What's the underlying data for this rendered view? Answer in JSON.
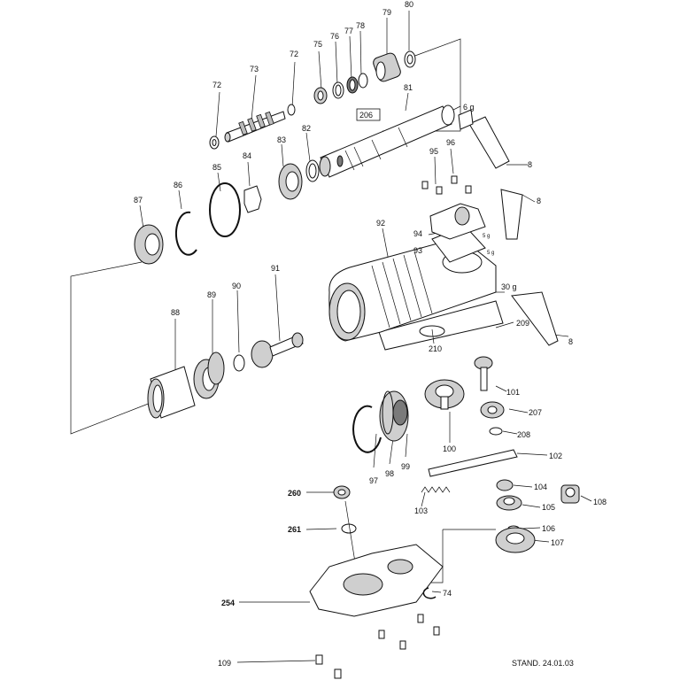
{
  "labels": {
    "p8a": "8",
    "p8b": "8",
    "p8c": "8",
    "p72a": "72",
    "p72b": "72",
    "p73": "73",
    "p74": "74",
    "p75": "75",
    "p76": "76",
    "p77": "77",
    "p78": "78",
    "p79": "79",
    "p80": "80",
    "p81": "81",
    "p82": "82",
    "p83": "83",
    "p84": "84",
    "p85": "85",
    "p86": "86",
    "p87": "87",
    "p88": "88",
    "p89": "89",
    "p90": "90",
    "p91": "91",
    "p92": "92",
    "p93": "93",
    "p94": "94",
    "p95": "95",
    "p96": "96",
    "p97": "97",
    "p98": "98",
    "p99": "99",
    "p100": "100",
    "p101": "101",
    "p102": "102",
    "p103": "103",
    "p104": "104",
    "p105": "105",
    "p106": "106",
    "p107": "107",
    "p108": "108",
    "p109": "109",
    "p206": "206",
    "p207": "207",
    "p208": "208",
    "p209": "209",
    "p210": "210",
    "p254": "254",
    "p260": "260",
    "p261": "261"
  },
  "grease": {
    "g6": "6 g",
    "g30": "30 g",
    "g5a": "5 g",
    "g5b": "5 g"
  },
  "footer": {
    "stand": "STAND. 24.01.03"
  }
}
